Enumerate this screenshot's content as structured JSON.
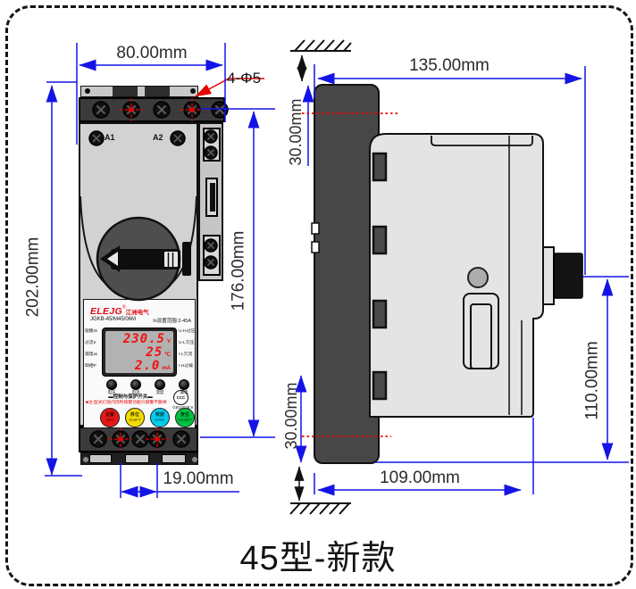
{
  "title": "45型-新款",
  "front_view": {
    "dims": {
      "width": "80.00mm",
      "overall_height": "202.00mm",
      "body_height": "176.00mm",
      "hole_callout": "4-Φ5",
      "hole_pitch": "19.00mm"
    },
    "terminals": {
      "a1": "A1",
      "a2": "A2"
    },
    "panel": {
      "brand": "ELEJG",
      "brand_reg": "®",
      "brand_cn": "江洲电气",
      "model": "JGKB-45/M45/06M",
      "current_range": "In设置范围:2-45A",
      "display_rows": [
        {
          "value": "230.5",
          "unit": "V"
        },
        {
          "value": "25",
          "unit": "℃"
        },
        {
          "value": "2.0",
          "unit": "mA"
        }
      ],
      "left_labels": [
        "短路IS",
        "过流Ir",
        "漏电IΔ",
        "缺相P"
      ],
      "right_labels": [
        "U-H过压",
        "U-L欠压",
        "I-L欠流",
        "I-H过载"
      ],
      "indicator_labels": [
        "电压",
        "电流",
        "温度",
        "漏电"
      ],
      "switch_text": "▬控制与保护开关▬",
      "cert_mark": "CCC",
      "cert_std": "GB14048.9",
      "warning": "■注:型式灯亮闪烁时按键功能只报警不脱闸",
      "buttons": [
        {
          "cn": "设置",
          "en": "SET",
          "color": "#e51616"
        },
        {
          "cn": "移位",
          "en": "SHIFT",
          "color": "#f2dc00"
        },
        {
          "cn": "数据",
          "en": "DATA",
          "color": "#00cdec"
        },
        {
          "cn": "复位",
          "en": "RESET",
          "color": "#00c243"
        }
      ]
    }
  },
  "side_view": {
    "dims": {
      "width": "135.00mm",
      "top_offset": "30.00mm",
      "bottom_offset": "30.00mm",
      "height": "110.00mm",
      "bottom_width": "109.00mm"
    }
  },
  "colors": {
    "dimension_line": "#1414e6",
    "annotation_red": "#e60000"
  }
}
